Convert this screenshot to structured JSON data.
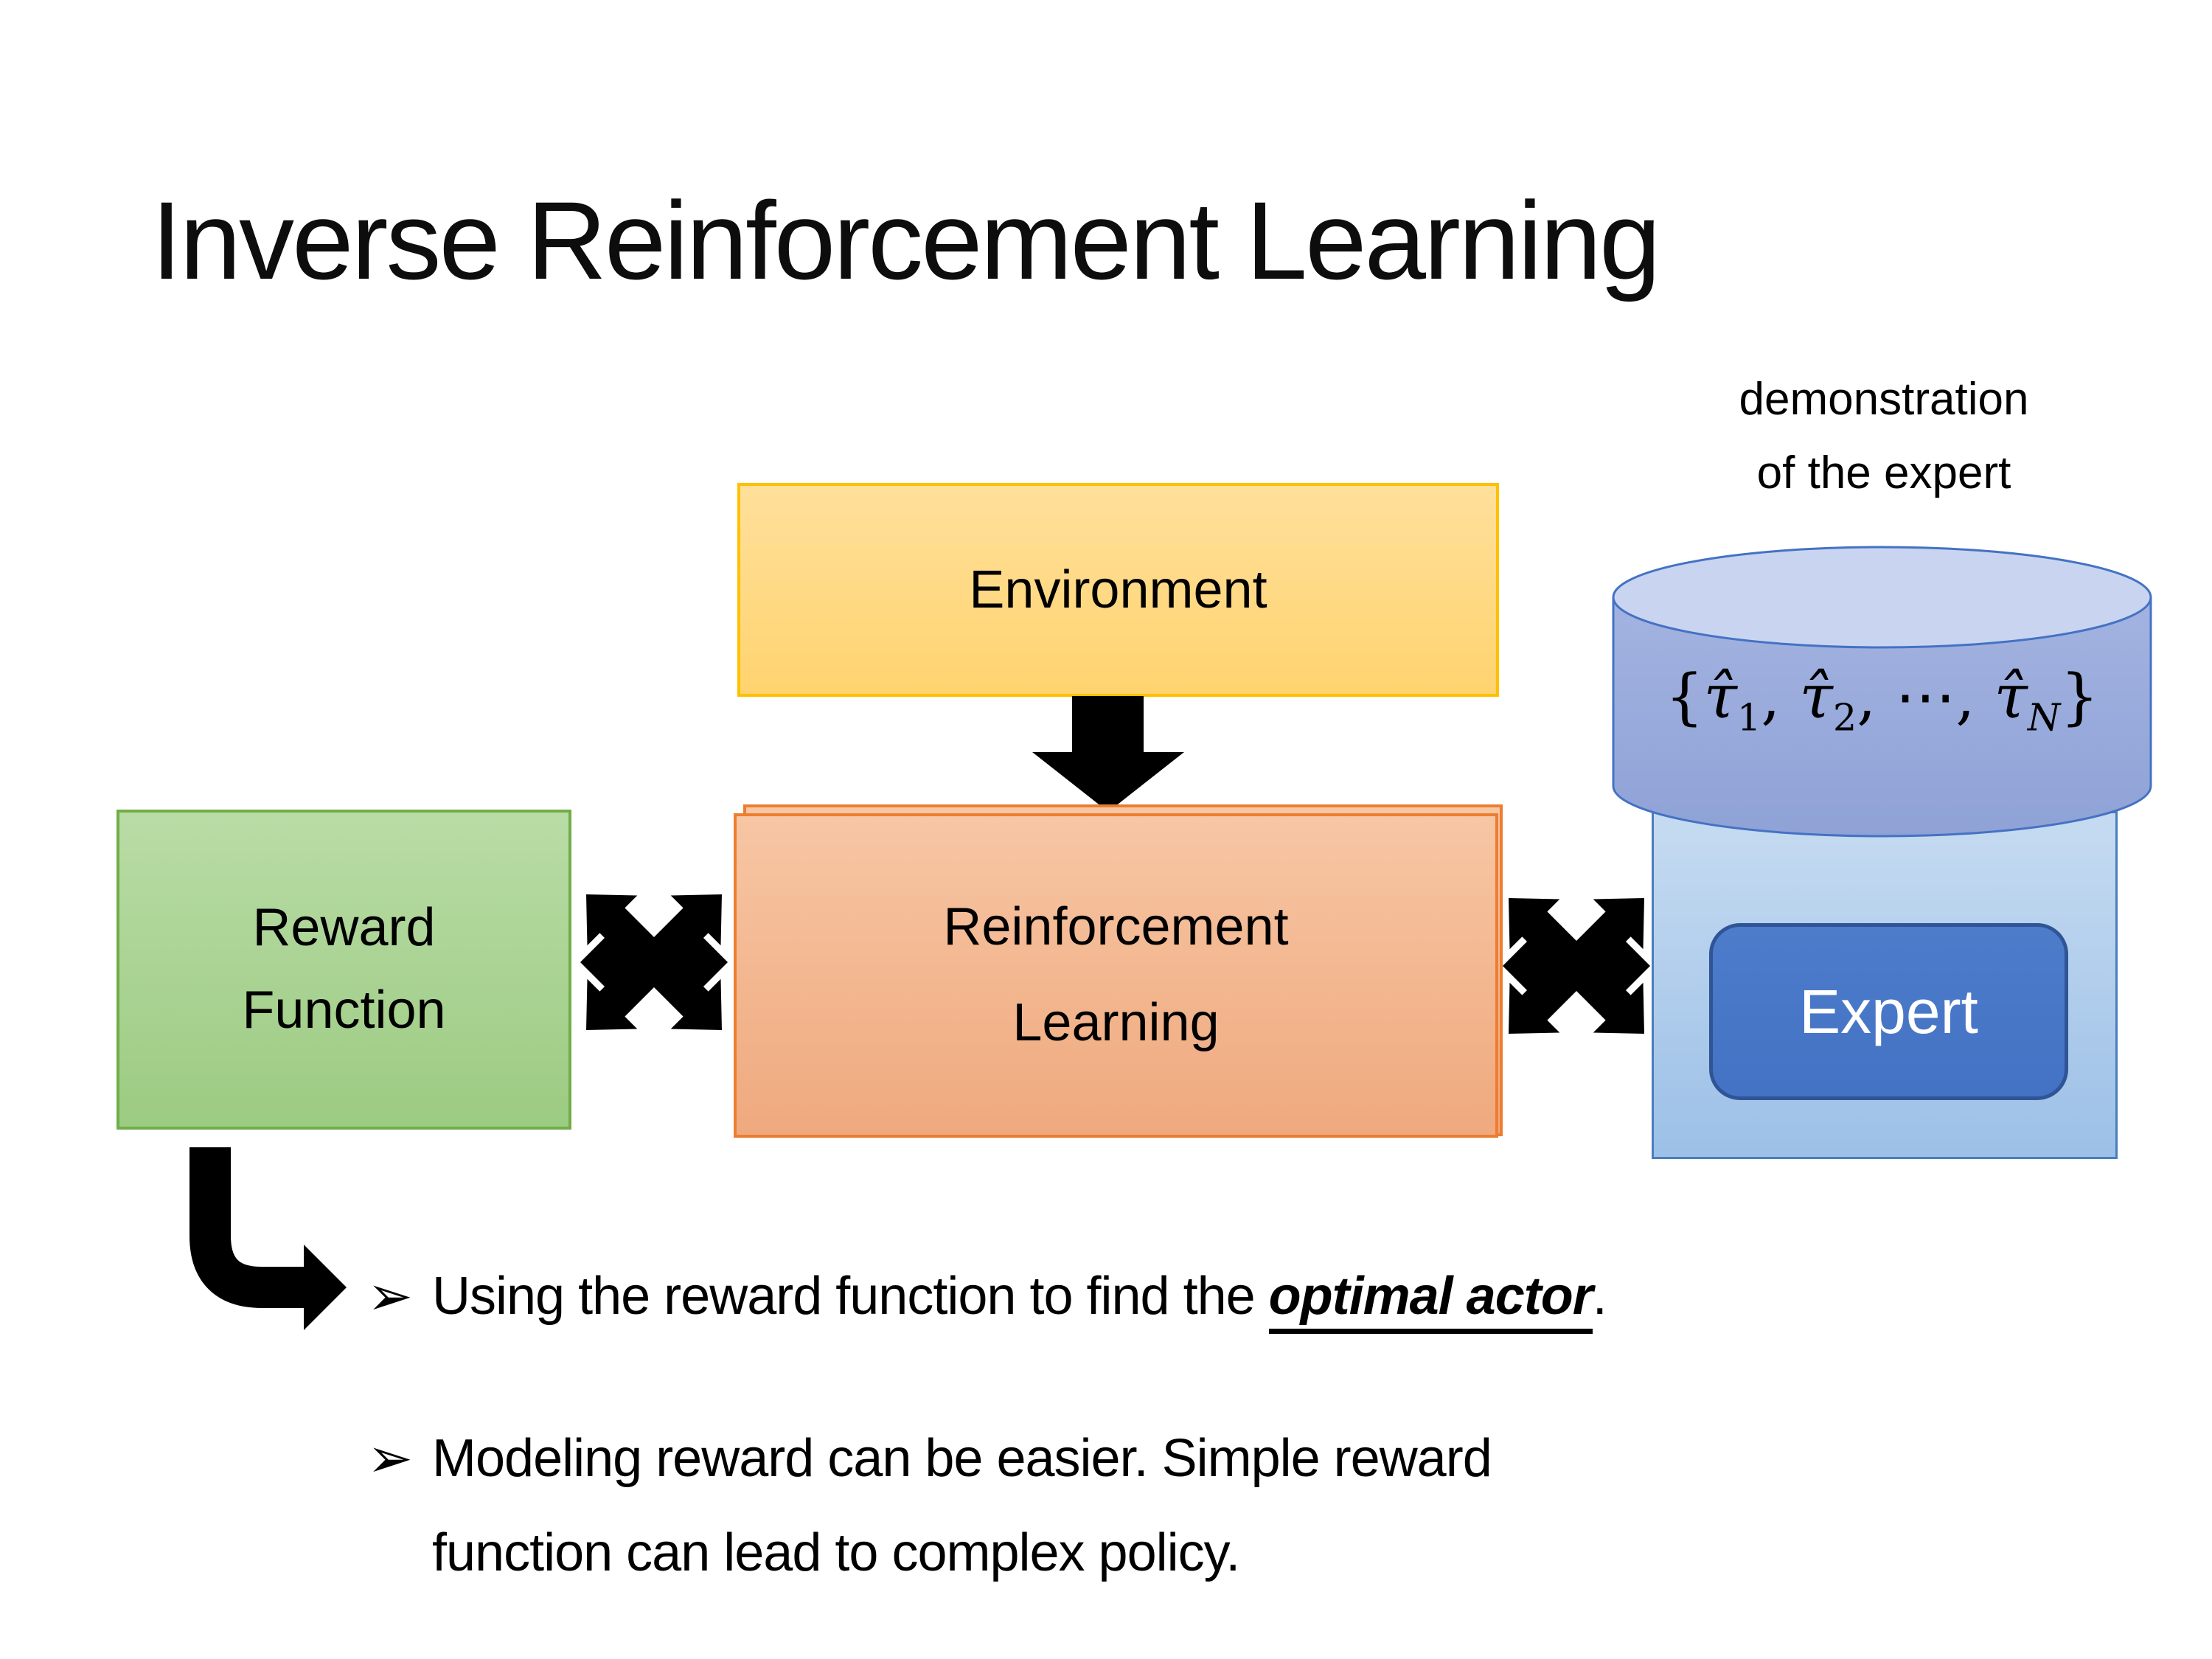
{
  "title": "Inverse Reinforcement Learning",
  "demo_label": {
    "line1": "demonstration",
    "line2": "of the expert"
  },
  "boxes": {
    "environment": "Environment",
    "reward_line1": "Reward",
    "reward_line2": "Function",
    "rl_line1": "Reinforcement",
    "rl_line2": "Learning",
    "expert": "Expert"
  },
  "formula": {
    "open": "{",
    "tau": "τ̂",
    "i1": "1",
    "i2": "2",
    "sep": ", ",
    "dots": "⋯",
    "iN": "N",
    "close": "}"
  },
  "bullets": [
    {
      "marker": "➢",
      "pre": "Using the reward function to find the ",
      "emph": "optimal actor",
      "post": "."
    },
    {
      "marker": "➢",
      "line1": "Modeling reward can be easier. Simple reward",
      "line2": "function can lead to complex policy."
    }
  ],
  "colors": {
    "ink": "#000000",
    "yellow_border": "#FFC000",
    "yellow_top": "#FFE09B",
    "yellow_bottom": "#FFD36F",
    "green_border": "#70AD47",
    "green_top": "#B9DCA6",
    "green_bottom": "#9CCB82",
    "orange_border": "#ED7D31",
    "orange_top": "#F7C6A4",
    "orange_bottom": "#EFA97E",
    "blue_box_border": "#4A7EBB",
    "blue_box_top": "#C6DBF1",
    "blue_box_bottom": "#9CC0E7",
    "cyl_border": "#4472C4",
    "cyl_top_fill": "#C9D5F0",
    "cyl_body_top": "#A3B3E1",
    "cyl_body_bottom": "#8FA2D6",
    "expert_fill": "#4472C4",
    "expert_border": "#2F5597",
    "expert_text": "#FFFFFF"
  }
}
